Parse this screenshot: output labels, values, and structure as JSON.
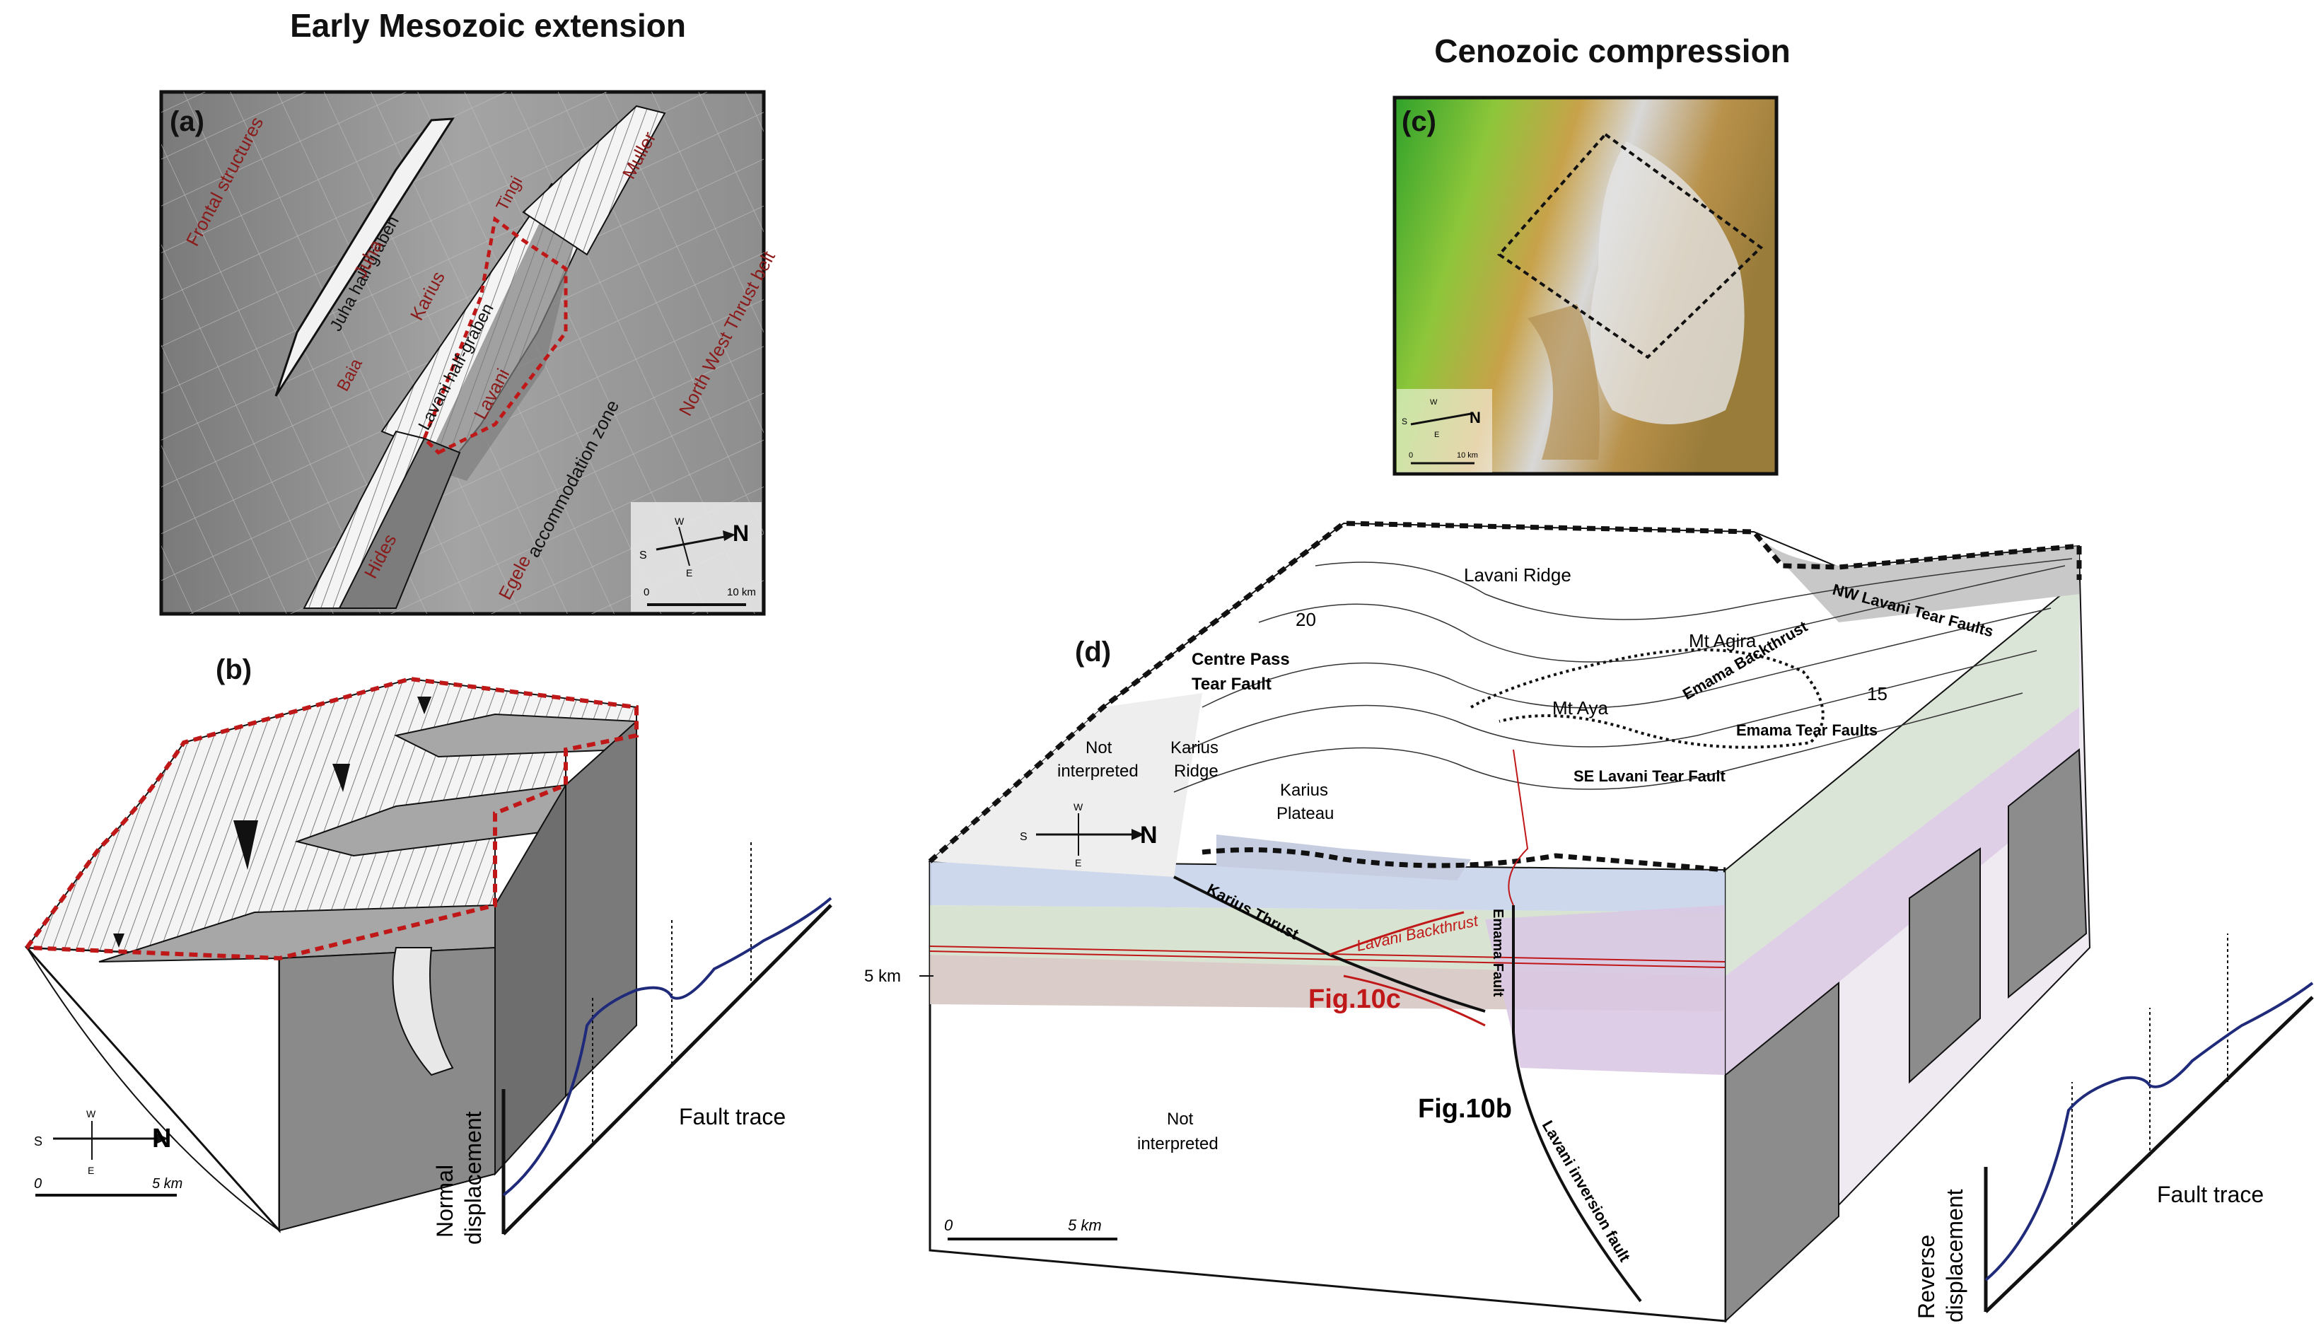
{
  "titles": {
    "left": "Early Mesozoic extension",
    "right": "Cenozoic compression"
  },
  "panel_a": {
    "tag": "(a)",
    "labels": {
      "frontal": "Frontal structures",
      "juha_hg": "Juha half-graben",
      "juha": "Juha",
      "baia": "Baia",
      "karius": "Karius",
      "lavani_hg": "Lavani half-graben",
      "lavani": "Lavani",
      "tingi": "Tingi",
      "muller": "Muller",
      "nw_belt": "North West Thrust belt",
      "accommodation": "accommodation zone",
      "hides": "Hides",
      "egele": "Egele"
    },
    "compass": {
      "n": "N",
      "s": "S",
      "w": "W",
      "e": "E"
    },
    "scale": {
      "zero": "0",
      "end": "10 km"
    }
  },
  "panel_b": {
    "tag": "(b)",
    "compass": {
      "n": "N",
      "s": "S",
      "w": "W",
      "e": "E"
    },
    "scale": {
      "zero": "0",
      "end": "5 km"
    },
    "graph": {
      "ylabel_1": "Normal",
      "ylabel_2": "displacement",
      "xlabel": "Fault trace"
    }
  },
  "panel_c": {
    "tag": "(c)",
    "compass": {
      "n": "N",
      "s": "S",
      "w": "W",
      "e": "E"
    },
    "scale": {
      "zero": "0",
      "end": "10 km"
    }
  },
  "panel_d": {
    "tag": "(d)",
    "labels": {
      "lavani_ridge": "Lavani Ridge",
      "dip1": "20",
      "dip2": "15",
      "centre_pass_1": "Centre Pass",
      "centre_pass_2": "Tear Fault",
      "not_interp_1a": "Not",
      "not_interp_1b": "interpreted",
      "karius_ridge_1": "Karius",
      "karius_ridge_2": "Ridge",
      "karius_plateau_1": "Karius",
      "karius_plateau_2": "Plateau",
      "mt_agira": "Mt Agira",
      "mt_aya": "Mt Aya",
      "emama_backthrust": "Emama Backthrust",
      "emama_tear": "Emama Tear Faults",
      "nw_lavani_tear": "NW Lavani Tear Faults",
      "se_lavani_tear": "SE Lavani Tear Fault",
      "karius_thrust": "Karius Thrust",
      "lavani_backthrust": "Lavani Backthrust",
      "emama_fault": "Emama Fault",
      "fig10c": "Fig.10c",
      "fig10b": "Fig.10b",
      "depth": "5 km",
      "not_interp_2a": "Not",
      "not_interp_2b": "interpreted",
      "lavani_inversion": "Lavani inversion fault"
    },
    "compass": {
      "n": "N",
      "s": "S",
      "w": "W",
      "e": "E"
    },
    "scale": {
      "zero": "0",
      "end": "5 km"
    },
    "graph": {
      "ylabel_1": "Reverse",
      "ylabel_2": "displacement",
      "xlabel": "Fault trace"
    }
  },
  "colors": {
    "fault_red": "#c01818",
    "curve_blue": "#1f2a7a",
    "block_gray": "#9c9c9c",
    "dark_gray": "#6e6e6e"
  }
}
